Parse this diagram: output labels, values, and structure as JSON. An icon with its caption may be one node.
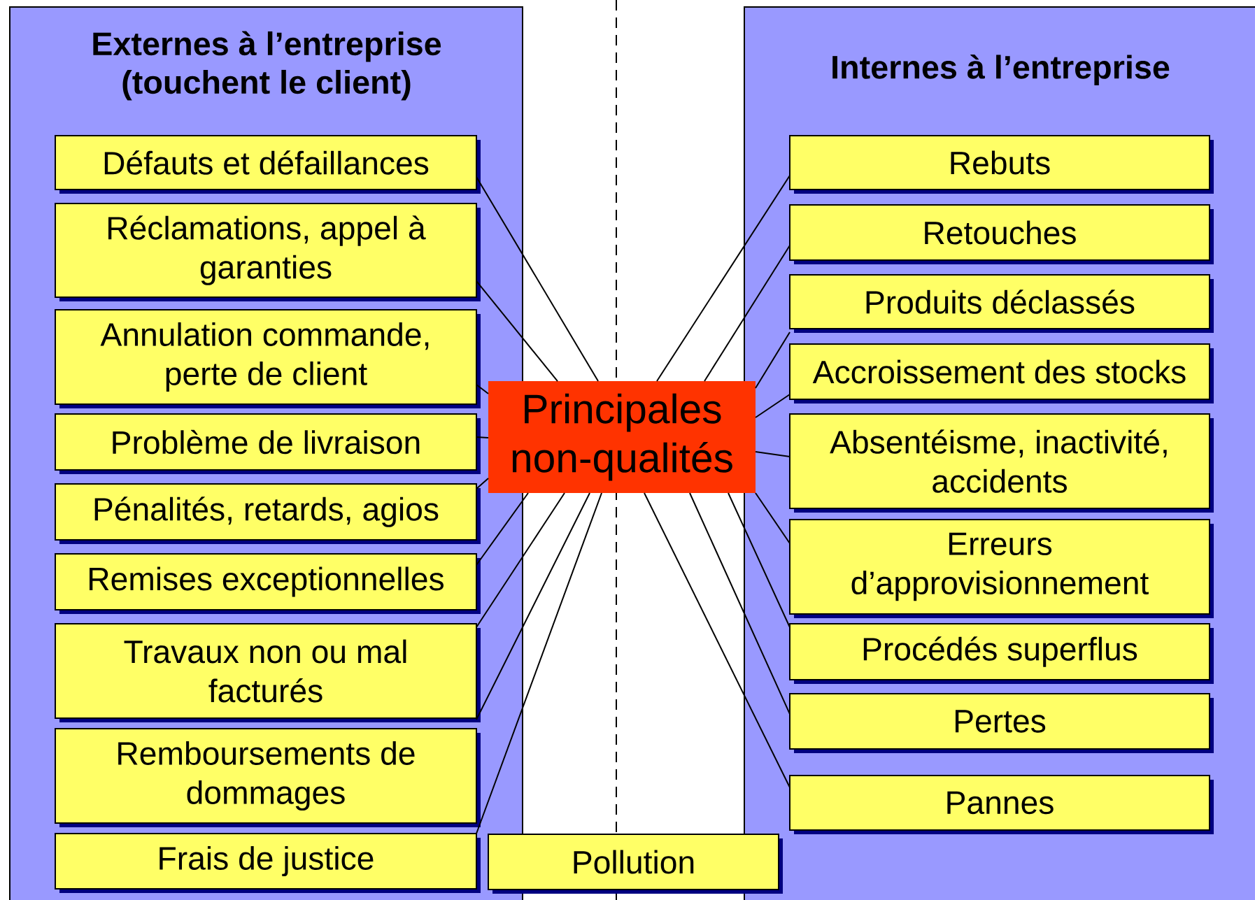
{
  "diagram": {
    "nodes": [
      {
        "text": [
          "Externes à l’entreprise (touchent le client)"
        ]
      },
      {
        "text": [
          "Défauts et défaillances"
        ],
        "in": 0
      },
      {
        "text": [
          "Réclamations, appel à garanties"
        ],
        "in": 0
      },
      {
        "text": [
          "Annulation commande, perte de client"
        ],
        "in": 0
      },
      {
        "text": [
          "Problème de livraison"
        ],
        "in": 0
      },
      {
        "text": [
          "Pénalités, retards, agios"
        ],
        "in": 0
      },
      {
        "text": [
          "Remises exceptionnelles"
        ],
        "in": 0
      },
      {
        "text": [
          "Travaux non ou mal facturés"
        ],
        "in": 0
      },
      {
        "text": [
          "Remboursements de dommages"
        ],
        "in": 0
      },
      {
        "text": [
          "Frais de justice"
        ],
        "in": 0
      },
      {
        "text": [
          "Internes à l’entreprise"
        ]
      },
      {
        "text": [
          "Rebuts"
        ],
        "in": 10
      },
      {
        "text": [
          "Retouches"
        ],
        "in": 10
      },
      {
        "text": [
          "Produits déclassés"
        ],
        "in": 10
      },
      {
        "text": [
          "Accroissement des stocks"
        ],
        "in": 10
      },
      {
        "text": [
          "Absentéisme, inactivité, accidents"
        ],
        "in": 10
      },
      {
        "text": [
          "Erreurs d’approvisionnement"
        ],
        "in": 10
      },
      {
        "text": [
          "Procédés superflus"
        ],
        "in": 10
      },
      {
        "text": [
          "Pertes"
        ],
        "in": 10
      },
      {
        "text": [
          "Pannes"
        ],
        "in": 10
      },
      {
        "text": [
          "Principales non-qualités"
        ]
      },
      {
        "text": [
          "Pollution"
        ]
      }
    ],
    "edges": [
      {
        "from": 1,
        "to": 20,
        "arrow": "none"
      },
      {
        "from": 2,
        "to": 20,
        "arrow": "none"
      },
      {
        "from": 3,
        "to": 20,
        "arrow": "none"
      },
      {
        "from": 4,
        "to": 20,
        "arrow": "none"
      },
      {
        "from": 5,
        "to": 20,
        "arrow": "none"
      },
      {
        "from": 6,
        "to": 20,
        "arrow": "none"
      },
      {
        "from": 7,
        "to": 20,
        "arrow": "none"
      },
      {
        "from": 8,
        "to": 20,
        "arrow": "none"
      },
      {
        "from": 9,
        "to": 20,
        "arrow": "none"
      },
      {
        "from": 11,
        "to": 20,
        "arrow": "none"
      },
      {
        "from": 12,
        "to": 20,
        "arrow": "none"
      },
      {
        "from": 13,
        "to": 20,
        "arrow": "none"
      },
      {
        "from": 14,
        "to": 20,
        "arrow": "none"
      },
      {
        "from": 15,
        "to": 20,
        "arrow": "none"
      },
      {
        "from": 16,
        "to": 20,
        "arrow": "none"
      },
      {
        "from": 17,
        "to": 20,
        "arrow": "none"
      },
      {
        "from": 18,
        "to": 20,
        "arrow": "none"
      },
      {
        "from": 19,
        "to": 20,
        "arrow": "none"
      }
    ]
  }
}
